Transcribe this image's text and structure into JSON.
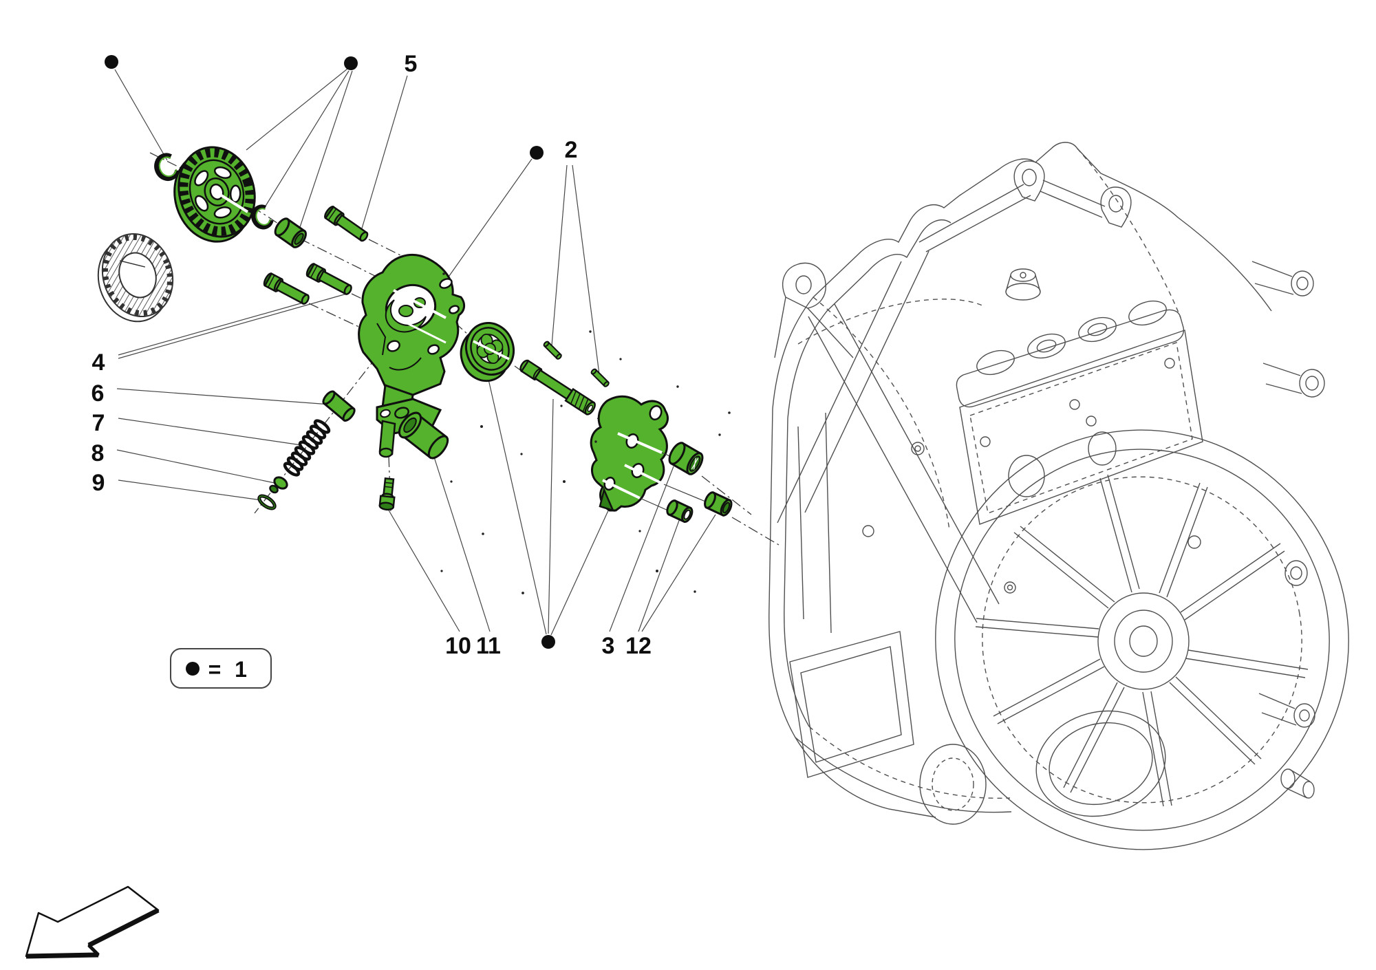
{
  "diagram_type": "exploded-parts-diagram",
  "callout_labels": {
    "l2": "2",
    "l3": "3",
    "l4": "4",
    "l5": "5",
    "l6": "6",
    "l7": "7",
    "l8": "8",
    "l9": "9",
    "l10": "10",
    "l11": "11",
    "l12": "12"
  },
  "legend": {
    "bullet": "●",
    "equals": "=",
    "quantity": "1"
  },
  "colors": {
    "part_fill": "#54b22c",
    "part_fill_dark": "#2e7d16",
    "part_outline": "#101010",
    "leader_line": "#4a4a4a",
    "housing_line": "#4f4f4f"
  },
  "parts_depicted": [
    "drive-gear",
    "reference-gear",
    "snap-ring",
    "spacer-roller",
    "cap-screw",
    "oil-pump-body",
    "pump-rotor",
    "pump-shaft",
    "dowel-pin",
    "relief-plug",
    "relief-spring",
    "relief-valve",
    "seal-ring",
    "roller-bracket",
    "retaining-screw",
    "pump-cover-plate",
    "bushing",
    "gearbox-housing",
    "orientation-arrow"
  ]
}
